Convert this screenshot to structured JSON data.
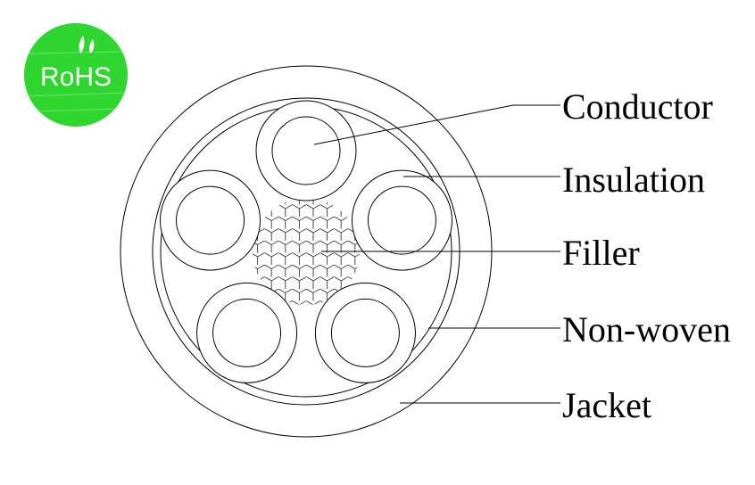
{
  "logo": {
    "text": "RoHS",
    "color": "#2fd62f"
  },
  "labels": {
    "conductor": "Conductor",
    "insulation": "Insulation",
    "filler": "Filler",
    "nonwoven": "Non-woven",
    "jacket": "Jacket"
  },
  "structure": {
    "cores": 5
  },
  "colors": {
    "line": "#000000",
    "background": "#ffffff"
  }
}
